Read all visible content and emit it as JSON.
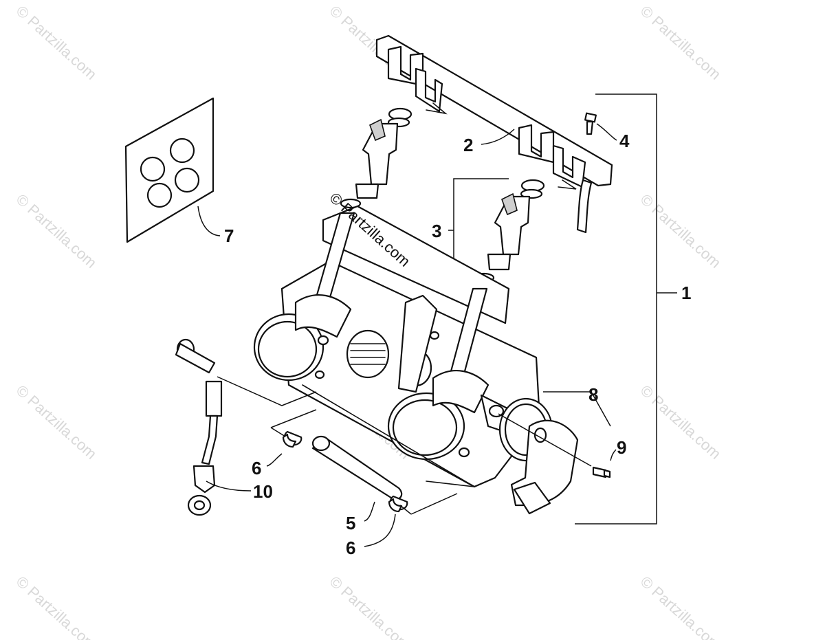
{
  "diagram": {
    "watermark": "© Partzilla.com",
    "callouts": [
      "1",
      "2",
      "3",
      "4",
      "5",
      "6",
      "6",
      "7",
      "8",
      "9",
      "10"
    ]
  }
}
